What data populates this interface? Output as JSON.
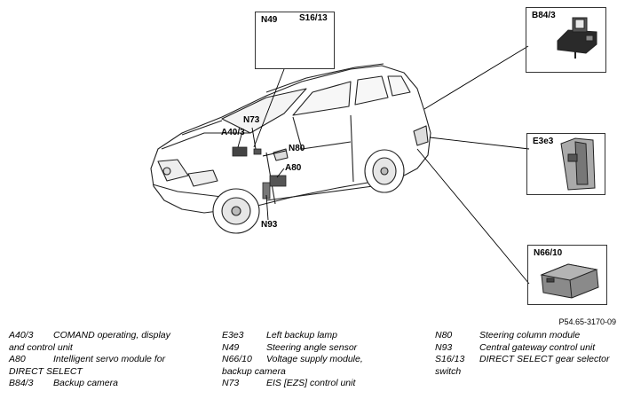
{
  "figure": {
    "reference": "P54.65-3170-09"
  },
  "insets": {
    "n49": {
      "label_left": "N49",
      "label_right": "S16/13"
    },
    "b84": {
      "label": "B84/3"
    },
    "e3e3": {
      "label": "E3e3"
    },
    "n66": {
      "label": "N66/10"
    }
  },
  "callouts": {
    "a40": "A40/3",
    "n73": "N73",
    "n80": "N80",
    "a80": "A80",
    "n93": "N93"
  },
  "legend": {
    "col1": [
      {
        "code": "A40/3",
        "desc": "COMAND operating, display",
        "cont": "and control unit"
      },
      {
        "code": "A80",
        "desc": "Intelligent servo module for",
        "cont": "DIRECT SELECT"
      },
      {
        "code": "B84/3",
        "desc": "Backup camera",
        "cont": ""
      }
    ],
    "col2": [
      {
        "code": "E3e3",
        "desc": "Left backup lamp",
        "cont": ""
      },
      {
        "code": "N49",
        "desc": "Steering angle sensor",
        "cont": ""
      },
      {
        "code": "N66/10",
        "desc": "Voltage supply module,",
        "cont": "backup camera"
      },
      {
        "code": "N73",
        "desc": "EIS [EZS] control unit",
        "cont": ""
      }
    ],
    "col3": [
      {
        "code": "N80",
        "desc": "Steering column module",
        "cont": ""
      },
      {
        "code": "N93",
        "desc": "Central gateway control unit",
        "cont": ""
      },
      {
        "code": "S16/13",
        "desc": "DIRECT SELECT gear selector",
        "cont": "switch"
      }
    ]
  }
}
